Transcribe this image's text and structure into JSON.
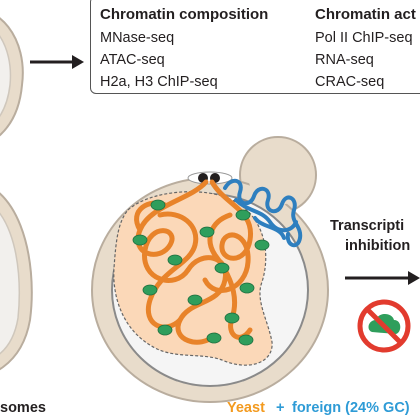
{
  "box": {
    "composition_header": "Chromatin composition",
    "composition_items": [
      "MNase-seq",
      "ATAC-seq",
      "H2a, H3 ChIP-seq"
    ],
    "activity_header": "Chromatin act",
    "activity_items": [
      "Pol II ChIP-seq",
      "RNA-seq",
      "CRAC-seq"
    ]
  },
  "inhibition": {
    "line1": "Transcripti",
    "line2": "inhibition"
  },
  "footer": {
    "left_fragment": "somes",
    "yeast": "Yeast",
    "plus": "+",
    "foreign": "foreign (24% GC)"
  },
  "colors": {
    "cell_fill": "#e8dccb",
    "cell_outline": "#b9ad9e",
    "vacuole": "#f0f0f0",
    "nucleus_region": "#fbd8b8",
    "dna_fiber": "#e8832a",
    "nucleosome": "#2f9e5c",
    "foreign_dna": "#2e7fbf",
    "prohibit_red": "#e23b2e",
    "yeast_text": "#f39a1e",
    "foreign_text": "#2e9bd6"
  },
  "icons": [
    "right-arrow-icon",
    "prohibition-icon"
  ]
}
